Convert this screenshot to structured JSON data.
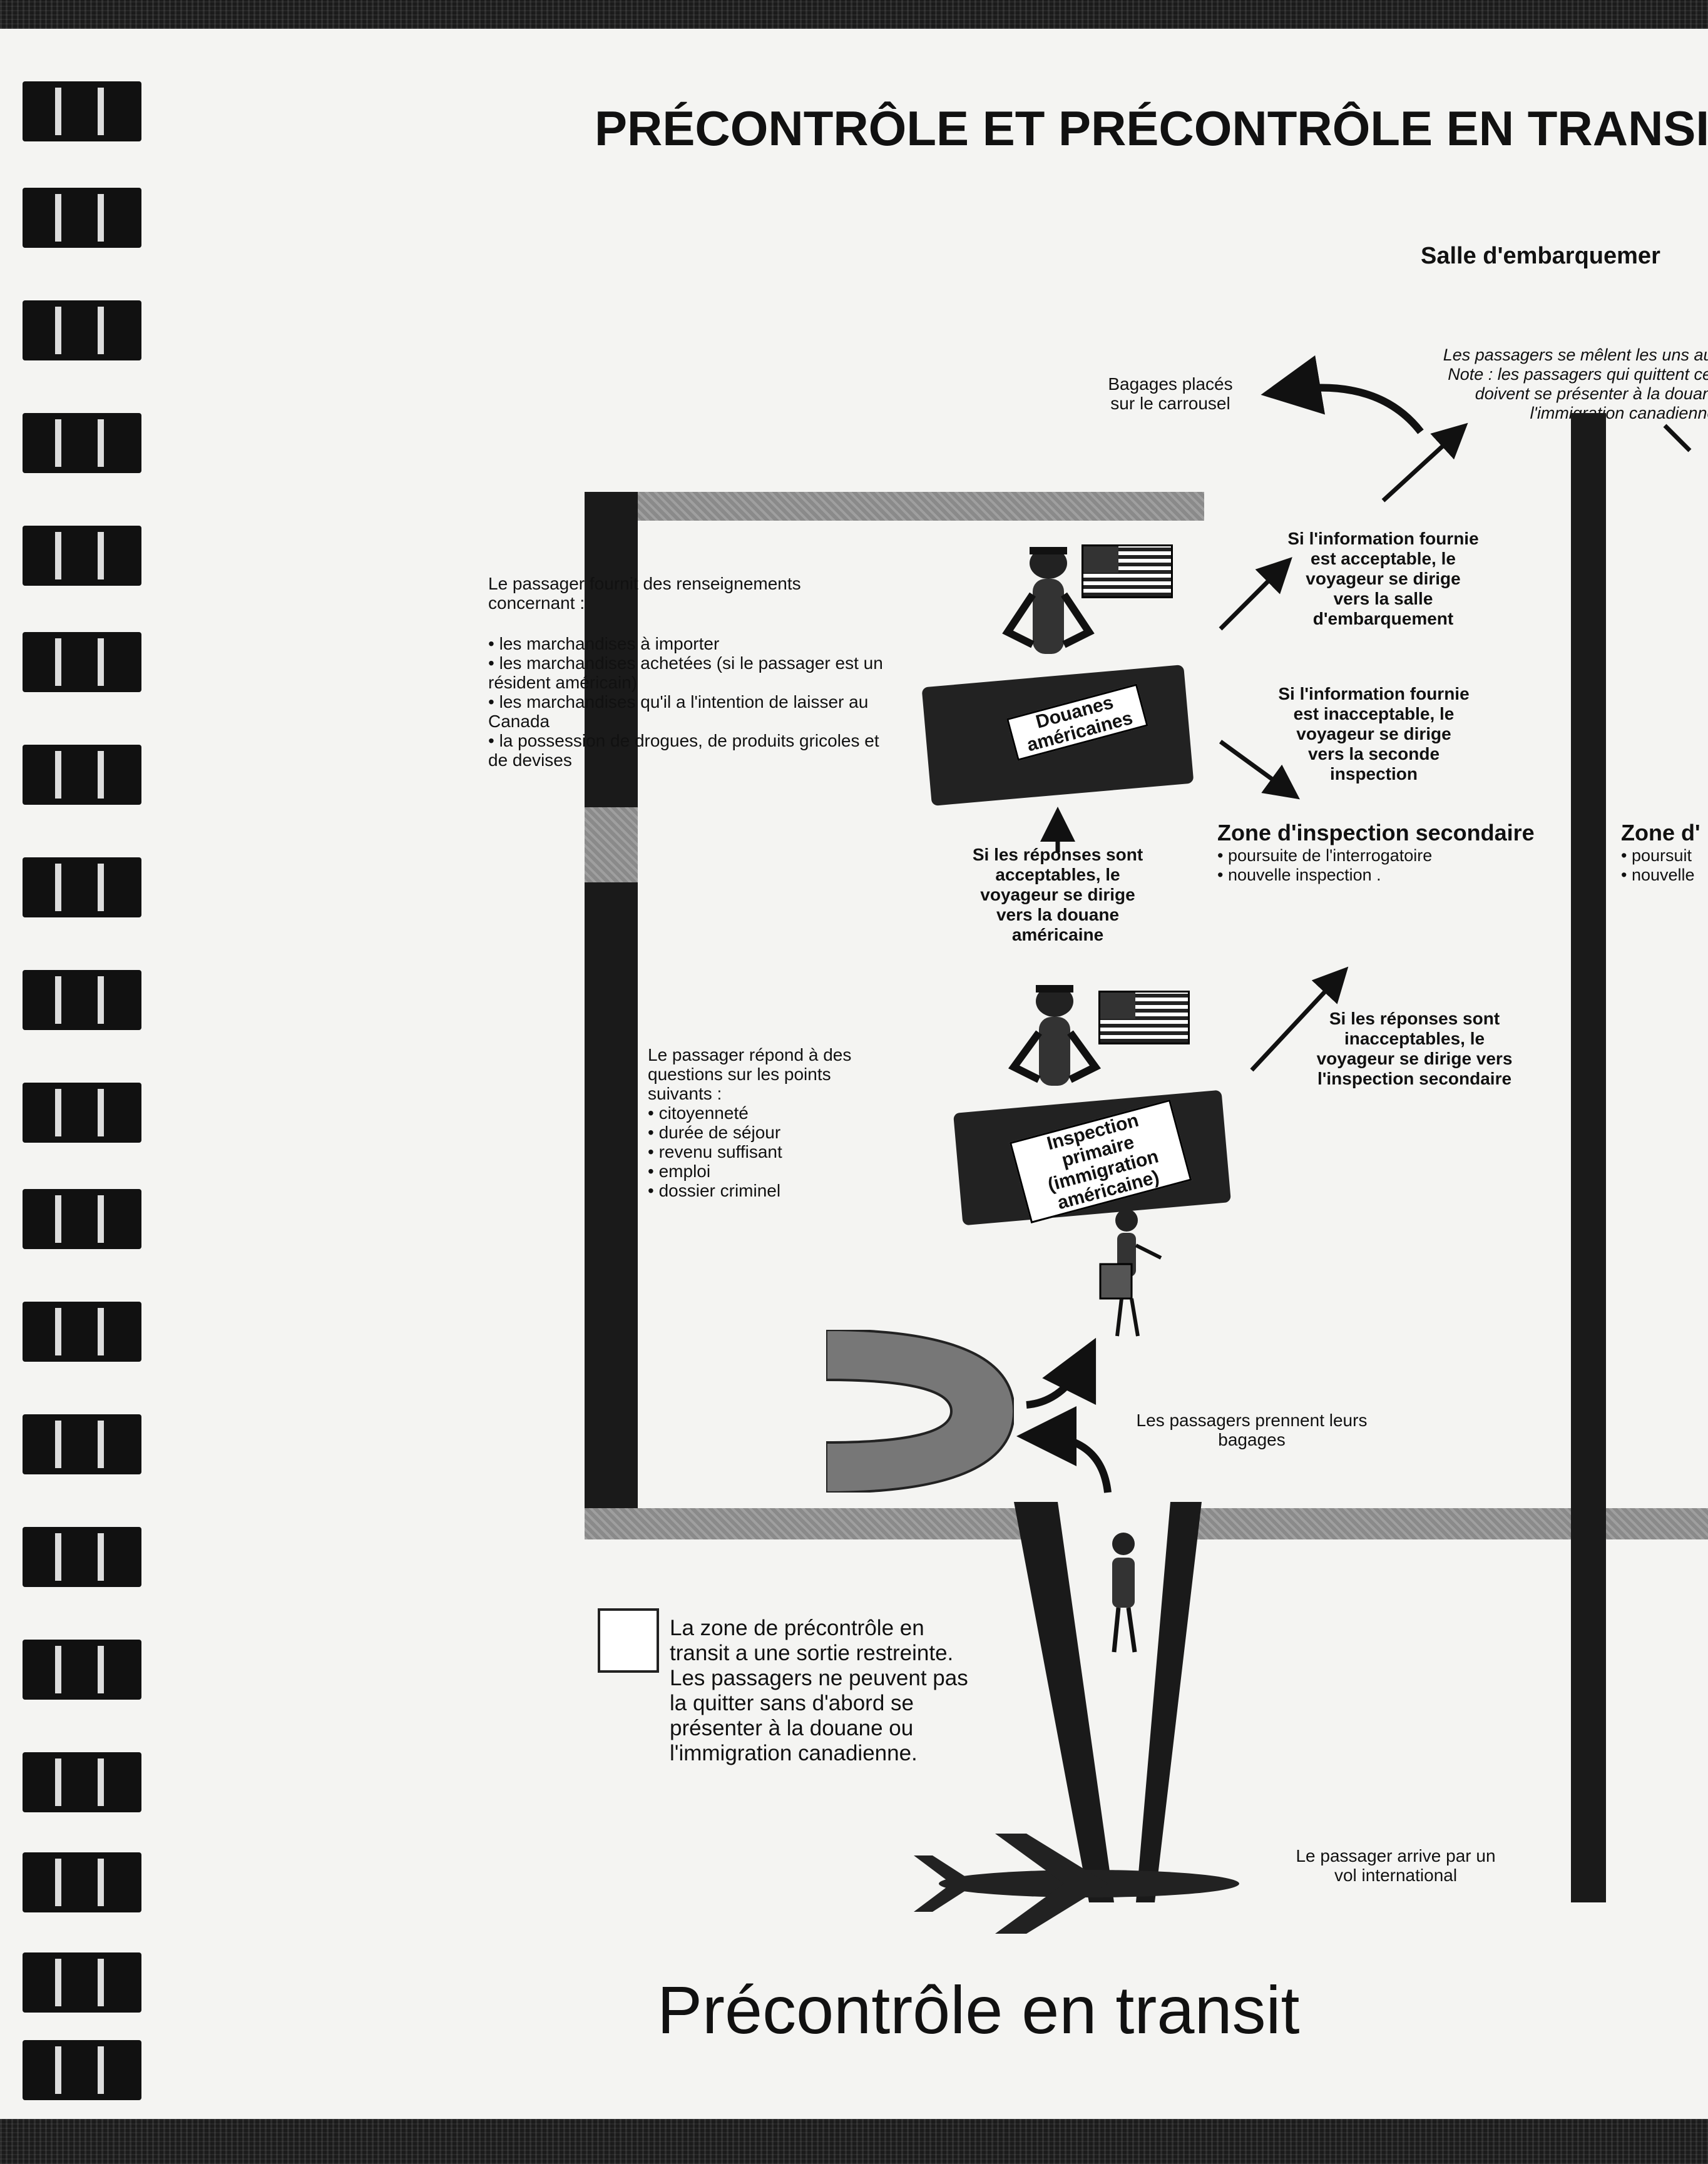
{
  "page": {
    "title": "PRÉCONTRÔLE ET PRÉCONTRÔLE EN TRANSI",
    "caption": "Précontrôle en transit"
  },
  "hall": {
    "title": "Salle d'embarquemer",
    "note_lines": [
      "Les passagers se mêlent les uns aux",
      "Note : les passagers qui quittent cett",
      "doivent se présenter à la  douane",
      "l'immigration canadienne."
    ]
  },
  "labels": {
    "baggage_carousel": [
      "Bagages placés",
      "sur le carrousel"
    ],
    "collect_baggage": [
      "Les passagers prennent leurs",
      "bagages"
    ],
    "arrival": [
      "Le passager arrive par un",
      "vol international"
    ]
  },
  "customs": {
    "desk_label": [
      "Douanes",
      "américaines"
    ],
    "info_intro": [
      "Le passager fournit des renseignements",
      "concernant :"
    ],
    "info_items": [
      "les marchandises à importer",
      "les marchandises achetées (si le passager est un résident américain)",
      "les marchandises qu'il a l'intention de laisser au Canada",
      "la possession de drogues, de produits gricoles et de devises"
    ],
    "acceptable": [
      "Si l'information fournie",
      "est acceptable, le",
      "voyageur se dirige",
      "vers la salle",
      "d'embarquement"
    ],
    "unacceptable": [
      "Si l'information fournie",
      "est inacceptable, le",
      "voyageur se dirige",
      "vers la seconde",
      "inspection"
    ]
  },
  "secondary": {
    "title": "Zone d'inspection secondaire",
    "items": [
      "poursuite de l'interrogatoire",
      "nouvelle inspection ."
    ],
    "title_partial": "Zone d'",
    "items_partial": [
      "poursuit",
      "nouvelle"
    ]
  },
  "primary": {
    "desk_label": [
      "Inspection primaire",
      "(immigration",
      "américaine)"
    ],
    "to_customs": [
      "Si les réponses sont",
      "acceptables, le",
      "voyageur se dirige",
      "vers la douane",
      "américaine"
    ],
    "to_secondary": [
      "Si les réponses sont",
      "inacceptables, le",
      "voyageur se dirige vers",
      "l'inspection secondaire"
    ],
    "questions_intro": [
      "Le passager répond à des",
      "questions sur les points",
      "suivants :"
    ],
    "questions": [
      "citoyenneté",
      "durée de séjour",
      "revenu suffisant",
      "emploi",
      "dossier criminel"
    ]
  },
  "legend": {
    "text": [
      "La zone de précontrôle en",
      "transit a une sortie restreinte.",
      "Les passagers ne peuvent pas",
      "la quitter sans d'abord se",
      "présenter à la douane ou",
      "l'immigration canadienne."
    ]
  }
}
